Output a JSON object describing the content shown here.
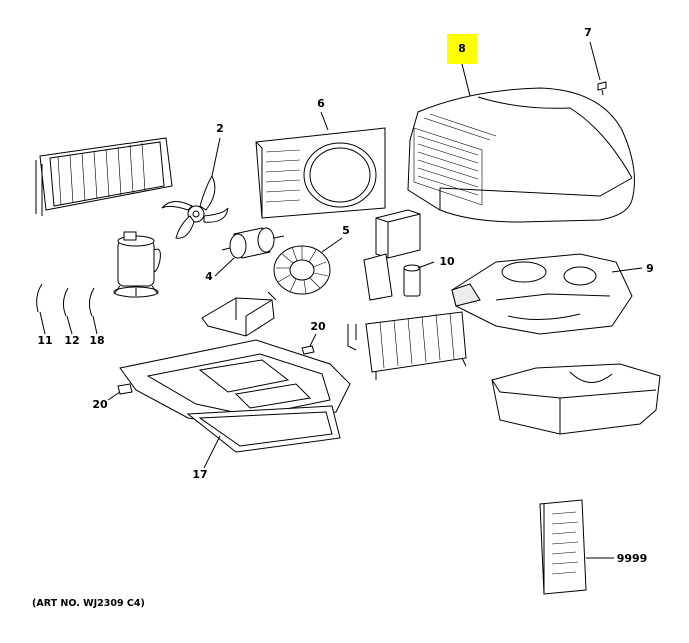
{
  "diagram": {
    "title": "Exploded parts diagram",
    "art_number": "(ART NO. WJ2309 C4)",
    "highlight_color": "#ffff00",
    "parts": [
      {
        "id": "part-8",
        "label": "8",
        "highlighted": true
      },
      {
        "id": "part-7",
        "label": "7"
      },
      {
        "id": "part-6",
        "label": "6"
      },
      {
        "id": "part-2",
        "label": "2"
      },
      {
        "id": "part-5",
        "label": "5"
      },
      {
        "id": "part-4",
        "label": "4"
      },
      {
        "id": "part-10",
        "label": "10"
      },
      {
        "id": "part-9",
        "label": "9"
      },
      {
        "id": "part-11",
        "label": "11"
      },
      {
        "id": "part-12",
        "label": "12"
      },
      {
        "id": "part-18",
        "label": "18"
      },
      {
        "id": "part-20a",
        "label": "20"
      },
      {
        "id": "part-20b",
        "label": "20"
      },
      {
        "id": "part-17",
        "label": "17"
      },
      {
        "id": "part-9999",
        "label": "9999"
      }
    ]
  }
}
